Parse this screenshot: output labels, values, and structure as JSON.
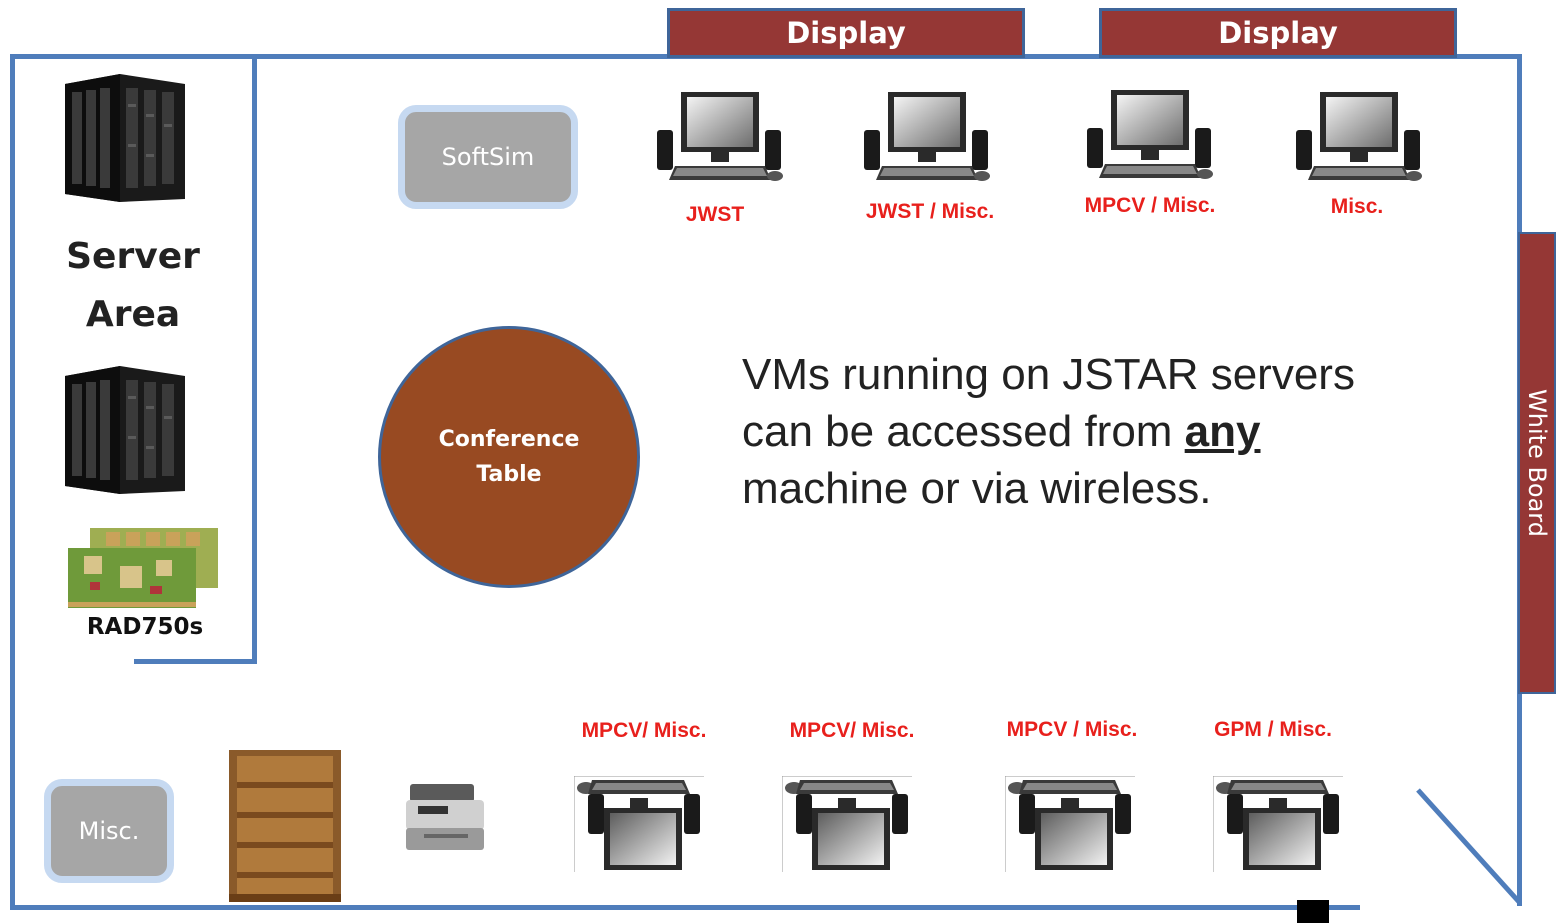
{
  "room": {
    "displays": [
      "Display",
      "Display"
    ],
    "white_board": "White Board"
  },
  "server_area": {
    "title_line1": "Server",
    "title_line2": "Area",
    "rad_label": "RAD750s"
  },
  "softsim": "SoftSim",
  "misc_box": "Misc.",
  "conference_table": {
    "line1": "Conference",
    "line2": "Table"
  },
  "note": {
    "line1": "VMs running on JSTAR servers",
    "line2_prefix": "can be accessed from ",
    "line2_emph": "any",
    "line3": "machine or via wireless."
  },
  "top_workstations": [
    "JWST",
    "JWST / Misc.",
    "MPCV / Misc.",
    "Misc."
  ],
  "bottom_workstations": [
    "MPCV/ Misc.",
    "MPCV/ Misc.",
    "MPCV / Misc.",
    "GPM / Misc."
  ],
  "icons": {
    "server": "server-rack-icon",
    "board": "circuit-board-icon",
    "computer": "desktop-computer-icon",
    "printer": "printer-icon",
    "bookshelf": "bookshelf-icon"
  }
}
